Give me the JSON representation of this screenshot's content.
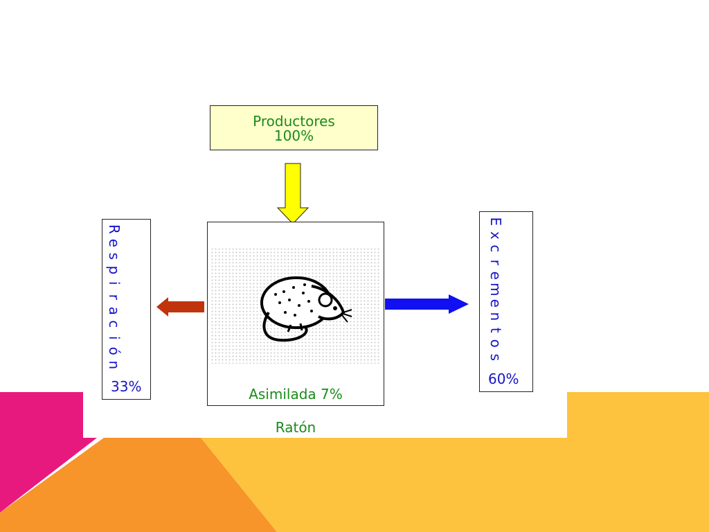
{
  "diagram": {
    "producers": {
      "line1": "Productores",
      "line2": "100%"
    },
    "mouse_box": {
      "assimilated": "Asimilada 7%"
    },
    "respiration": {
      "letters": [
        "R",
        "e",
        "s",
        "p",
        "i",
        "r",
        "a",
        "c",
        "i",
        "ó",
        "n"
      ],
      "percent": "33%"
    },
    "excrements": {
      "letters": [
        "E",
        "x",
        "c",
        "r",
        "e",
        "m",
        "e",
        "n",
        "t",
        "o",
        "s"
      ],
      "percent": "60%"
    },
    "organism_label": "Ratón",
    "colors": {
      "producers_fill": "#ffffcc",
      "green_text": "#1a8a1a",
      "blue_text": "#1515c8",
      "arrow_yellow": "#ffff00",
      "arrow_red": "#c0330c",
      "arrow_blue": "#1010f0"
    },
    "icon": "mouse-icon"
  },
  "background_colors": {
    "pink": "#e8197e",
    "orange": "#f7942a",
    "yellow": "#fdc33e"
  }
}
